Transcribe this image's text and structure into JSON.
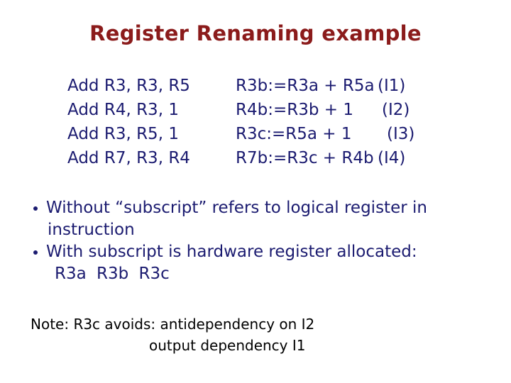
{
  "slide": {
    "title": "Register Renaming example"
  },
  "colors": {
    "title_red": "#8b1b1b",
    "body_navy": "#1b1b70",
    "note_black": "#000000",
    "background": "#ffffff"
  },
  "instructions": {
    "rows": [
      {
        "asm": "Add R3, R3, R5",
        "renamed": "R3b:=R3a + R5a",
        "tag": "(I1)"
      },
      {
        "asm": "Add R4, R3, 1",
        "renamed": "R4b:=R3b + 1",
        "tag": "(I2)"
      },
      {
        "asm": "Add R3, R5, 1",
        "renamed": "R3c:=R5a + 1",
        "tag": "(I3)"
      },
      {
        "asm": "Add R7, R3, R4",
        "renamed": "R7b:=R3c + R4b",
        "tag": "(I4)"
      }
    ]
  },
  "bullets": {
    "items": [
      {
        "lines": [
          "Without “subscript” refers to logical register in",
          "instruction"
        ]
      },
      {
        "lines": [
          "With subscript is hardware register allocated:",
          "R3a R3b R3c"
        ]
      }
    ]
  },
  "note": {
    "line1": "Note: R3c avoids: antidependency on I2",
    "line2": "output dependency I1"
  }
}
